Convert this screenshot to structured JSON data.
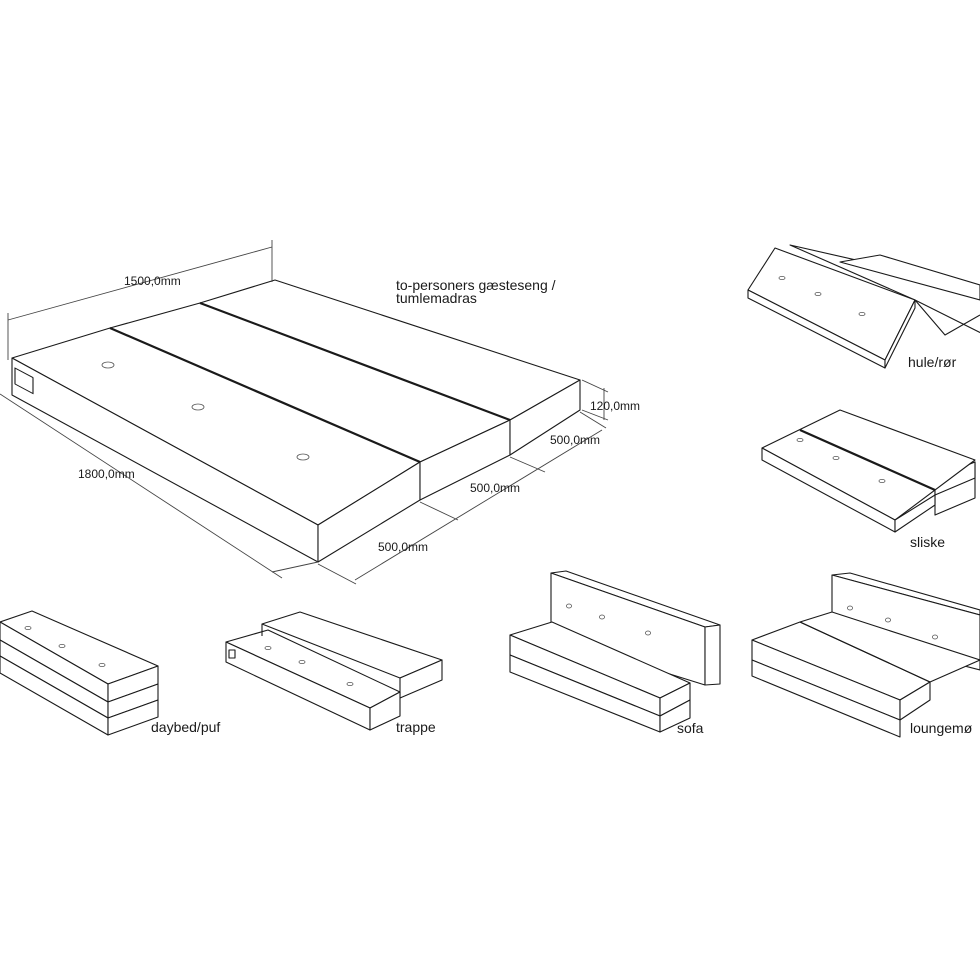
{
  "main_title_line1": "to-personers gæsteseng /",
  "main_title_line2": "tumlemadras",
  "dimensions": {
    "width": "1500,0mm",
    "length": "1800,0mm",
    "height": "120,0mm",
    "segment_a": "500,0mm",
    "segment_b": "500,0mm",
    "segment_c": "500,0mm"
  },
  "configurations": {
    "hule": "hule/rør",
    "sliske": "sliske",
    "daybed": "daybed/puf",
    "trappe": "trappe",
    "sofa": "sofa",
    "lounge": "loungemø"
  }
}
